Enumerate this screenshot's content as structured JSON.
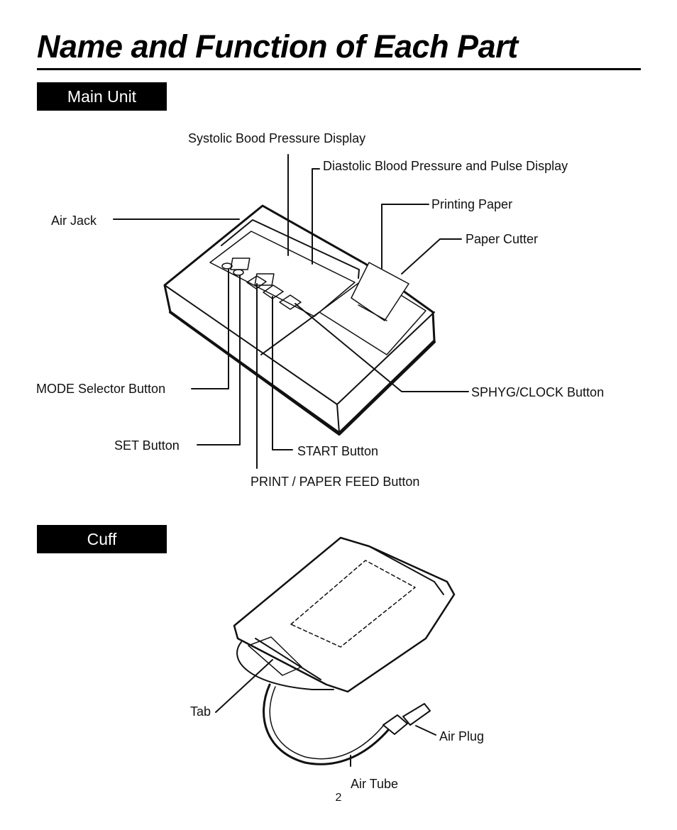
{
  "page": {
    "title": "Name and Function of Each Part",
    "page_number": "2"
  },
  "sections": {
    "main_unit": "Main Unit",
    "cuff": "Cuff"
  },
  "main_unit_labels": {
    "systolic": "Systolic Bood Pressure Display",
    "diastolic": "Diastolic Blood Pressure and Pulse Display",
    "printing_paper": "Printing Paper",
    "air_jack": "Air Jack",
    "paper_cutter": "Paper Cutter",
    "mode_selector": "MODE Selector Button",
    "sphyg_clock": "SPHYG/CLOCK Button",
    "set": "SET Button",
    "start": "START Button",
    "print_feed": "PRINT / PAPER FEED Button"
  },
  "cuff_labels": {
    "tab": "Tab",
    "air_plug": "Air Plug",
    "air_tube": "Air Tube"
  }
}
